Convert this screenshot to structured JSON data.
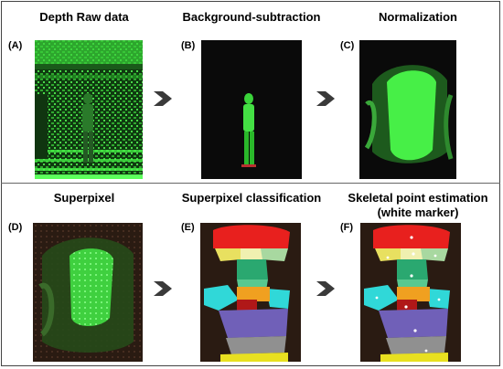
{
  "panels": [
    {
      "label": "(A)",
      "title": "Depth Raw data"
    },
    {
      "label": "(B)",
      "title": "Background-subtraction"
    },
    {
      "label": "(C)",
      "title": "Normalization"
    },
    {
      "label": "(D)",
      "title": "Superpixel"
    },
    {
      "label": "(E)",
      "title": "Superpixel classification"
    },
    {
      "label": "(F)",
      "title": "Skeletal point estimation",
      "title2": "(white marker)"
    }
  ],
  "colors": {
    "depth_green": "#2fbf2f",
    "bright_green": "#4cff4c",
    "background_dark": "#2a1b12",
    "arrow": "#3a3a3a"
  },
  "segments": {
    "head": "#e8201e",
    "shoulder_left": "#e8e060",
    "shoulder_right": "#a8d8a0",
    "upper_torso": "#2aa870",
    "mid_torso": "#58c890",
    "arm_left": "#30d8d8",
    "arm_right": "#30d8d8",
    "waist": "#f0a020",
    "hip": "#b01818",
    "legs": "#7060b8",
    "feet": "#909090",
    "floor": "#e8e020"
  },
  "icons": [
    "chevron-right-icon"
  ]
}
